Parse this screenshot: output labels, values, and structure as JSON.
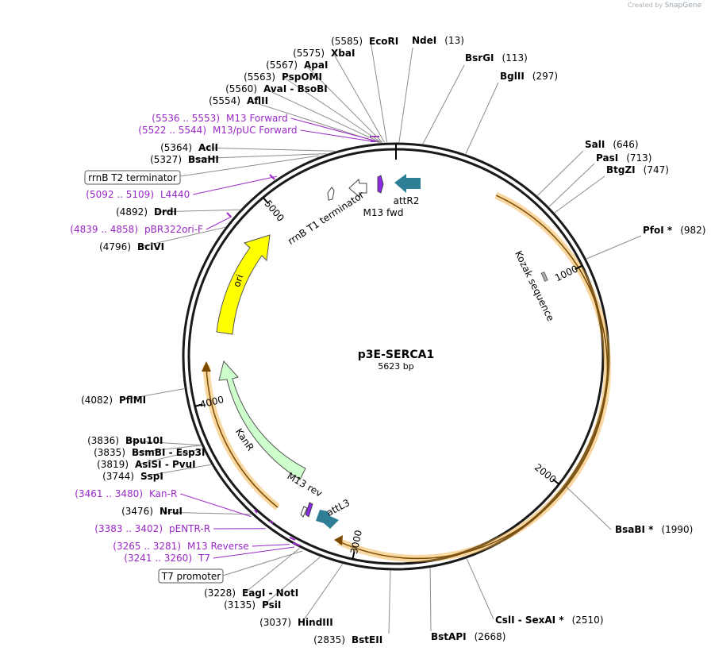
{
  "credit": {
    "prefix": "Created by",
    "brand": "SnapGene"
  },
  "plasmid": {
    "name": "p3E-SERCA1",
    "size_label": "5623 bp",
    "length": 5623
  },
  "ticks": [
    {
      "bp": 1000,
      "label": "1000"
    },
    {
      "bp": 2000,
      "label": "2000"
    },
    {
      "bp": 3000,
      "label": "3000"
    },
    {
      "bp": 4000,
      "label": "4000"
    },
    {
      "bp": 5000,
      "label": "5000"
    }
  ],
  "sites": [
    {
      "name": "NdeI",
      "pos": "(13)",
      "bp": 13
    },
    {
      "name": "BsrGI",
      "pos": "(113)",
      "bp": 113
    },
    {
      "name": "BglII",
      "pos": "(297)",
      "bp": 297
    },
    {
      "name": "SalI",
      "pos": "(646)",
      "bp": 646
    },
    {
      "name": "PasI",
      "pos": "(713)",
      "bp": 713
    },
    {
      "name": "BtgZI",
      "pos": "(747)",
      "bp": 747
    },
    {
      "name": "PfoI *",
      "pos": "(982)",
      "bp": 982
    },
    {
      "name": "BsaBI *",
      "pos": "(1990)",
      "bp": 1990
    },
    {
      "name": "CslI  -  SexAI *",
      "pos": "(2510)",
      "bp": 2510
    },
    {
      "name": "BstAPI",
      "pos": "(2668)",
      "bp": 2668
    },
    {
      "name": "BstEII",
      "pos": "(2835)",
      "bp": 2835
    },
    {
      "name": "HindIII",
      "pos": "(3037)",
      "bp": 3037
    },
    {
      "name": "PsiI",
      "pos": "(3135)",
      "bp": 3135
    },
    {
      "name": "EagI  -  NotI",
      "pos": "(3228)",
      "bp": 3228
    },
    {
      "name": "NruI",
      "pos": "(3476)",
      "bp": 3476
    },
    {
      "name": "SspI",
      "pos": "(3744)",
      "bp": 3744
    },
    {
      "name": "AsiSI  -  PvuI",
      "pos": "(3819)",
      "bp": 3819
    },
    {
      "name": "BsmBI  -  Esp3I",
      "pos": "(3835)",
      "bp": 3835
    },
    {
      "name": "Bpu10I",
      "pos": "(3836)",
      "bp": 3836
    },
    {
      "name": "PflMI",
      "pos": "(4082)",
      "bp": 4082
    },
    {
      "name": "BciVI",
      "pos": "(4796)",
      "bp": 4796
    },
    {
      "name": "DrdI",
      "pos": "(4892)",
      "bp": 4892
    },
    {
      "name": "BsaHI",
      "pos": "(5327)",
      "bp": 5327
    },
    {
      "name": "AclI",
      "pos": "(5364)",
      "bp": 5364
    },
    {
      "name": "AflII",
      "pos": "(5554)",
      "bp": 5554
    },
    {
      "name": "AvaI  -  BsoBI",
      "pos": "(5560)",
      "bp": 5560
    },
    {
      "name": "PspOMI",
      "pos": "(5563)",
      "bp": 5563
    },
    {
      "name": "ApaI",
      "pos": "(5567)",
      "bp": 5567
    },
    {
      "name": "XbaI",
      "pos": "(5575)",
      "bp": 5575
    },
    {
      "name": "EcoRI",
      "pos": "(5585)",
      "bp": 5585
    }
  ],
  "primers": [
    {
      "name": "M13 Forward",
      "range": "(5536 .. 5553)",
      "bp": 5545
    },
    {
      "name": "M13/pUC Forward",
      "range": "(5522 .. 5544)",
      "bp": 5533
    },
    {
      "name": "L4440",
      "range": "(5092 .. 5109)",
      "bp": 5100
    },
    {
      "name": "pBR322ori-F",
      "range": "(4839 .. 4858)",
      "bp": 4848
    },
    {
      "name": "Kan-R",
      "range": "(3461 .. 3480)",
      "bp": 3470
    },
    {
      "name": "pENTR-R",
      "range": "(3383 .. 3402)",
      "bp": 3392
    },
    {
      "name": "M13 Reverse",
      "range": "(3265 .. 3281)",
      "bp": 3273
    },
    {
      "name": "T7",
      "range": "(3241 .. 3260)",
      "bp": 3250
    }
  ],
  "boxed_features": [
    {
      "name": "rrnB T2 terminator"
    },
    {
      "name": "T7 promoter"
    }
  ],
  "features": [
    {
      "name": "Kozak sequence"
    },
    {
      "name": "ori"
    },
    {
      "name": "KanR"
    },
    {
      "name": "attR2"
    },
    {
      "name": "attL3"
    },
    {
      "name": "M13 fwd"
    },
    {
      "name": "M13 rev"
    },
    {
      "name": "rrnB T1 terminator"
    }
  ],
  "colors": {
    "backbone": "#1a1a1a",
    "ori": "#ffff00",
    "kanr": "#ccffcc",
    "att": "#2e7f95",
    "m13": "#8a2be2",
    "primer": "#9a28c8",
    "cds": "#f2a72c"
  }
}
